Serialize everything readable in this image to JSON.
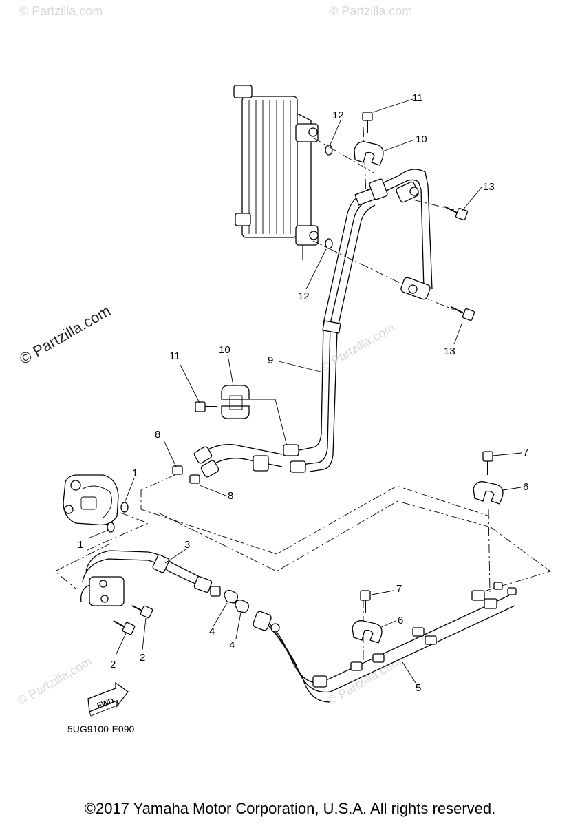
{
  "watermark": {
    "main": "© Partzilla.com",
    "faint": "© Partzilla.com"
  },
  "diagram_code": "5UG9100-E090",
  "fwd_label": "FWD",
  "copyright": "©2017 Yamaha Motor Corporation, U.S.A. All rights reserved.",
  "callouts": {
    "c1a": "1",
    "c1b": "1",
    "c2a": "2",
    "c2b": "2",
    "c3": "3",
    "c4a": "4",
    "c4b": "4",
    "c5": "5",
    "c6a": "6",
    "c6b": "6",
    "c7a": "7",
    "c7b": "7",
    "c8a": "8",
    "c8b": "8",
    "c9": "9",
    "c10a": "10",
    "c10b": "10",
    "c11a": "11",
    "c11b": "11",
    "c12a": "12",
    "c12b": "12",
    "c13a": "13",
    "c13b": "13"
  }
}
